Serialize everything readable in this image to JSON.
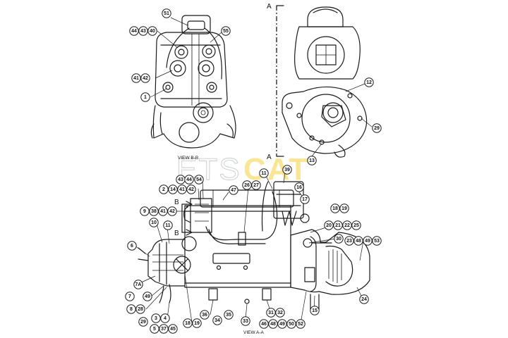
{
  "watermark": {
    "part1": "ETS",
    "part2": "CAT"
  },
  "view_labels": {
    "top_left": "VIEW  B-B",
    "bottom": "VIEW  A-A"
  },
  "section_letters": {
    "a_top": "A",
    "a_bottom": "A",
    "b_top": "B",
    "b_bottom": "B"
  },
  "callouts": {
    "c51": "51",
    "c44a": "44",
    "c43a": "43",
    "c40": "40",
    "c55": "55",
    "c41a": "41",
    "c42a": "42",
    "c1": "1",
    "c12": "12",
    "c29a": "29",
    "c13": "13",
    "c11a": "11",
    "c39": "39",
    "c43b": "43",
    "c44b": "44",
    "c54": "54",
    "c2": "2",
    "c14": "14",
    "c41b": "41",
    "c42b": "42",
    "c47": "47",
    "c26": "26",
    "c27": "27",
    "c16": "16",
    "c17": "17",
    "c18a": "18",
    "c19a": "19",
    "c9": "9",
    "c38": "38",
    "c41c": "41",
    "c42c": "42",
    "c10": "10",
    "c11b": "11",
    "c20": "20",
    "c21": "21",
    "c22": "22",
    "c25": "25",
    "c30": "30",
    "c23": "23",
    "c48a": "48",
    "c49a": "49",
    "c53": "53",
    "c6": "6",
    "c7a": "7A",
    "c7": "7",
    "c49b": "49",
    "c8": "8",
    "c28": "28",
    "c3": "3",
    "c4": "4",
    "c29b": "29",
    "c5": "5",
    "c37": "37",
    "c45": "45",
    "c18b": "18",
    "c19b": "19",
    "c36": "36",
    "c34": "34",
    "c35": "35",
    "c33": "33",
    "c31": "31",
    "c32": "32",
    "c46": "46",
    "c48b": "48",
    "c49c": "49",
    "c50": "50",
    "c52": "52",
    "c15": "15",
    "c24": "24"
  }
}
